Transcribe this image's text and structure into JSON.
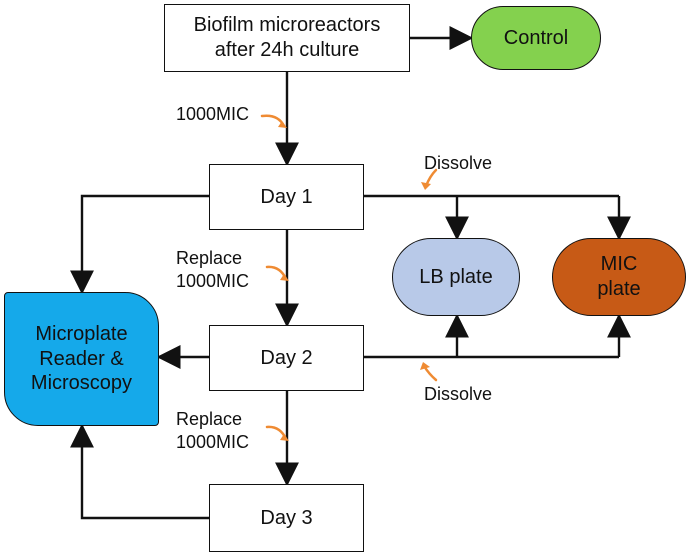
{
  "colors": {
    "control_fill": "#84d14e",
    "lb_plate_fill": "#b8c9e8",
    "mic_plate_fill": "#c75a16",
    "reader_fill": "#15a9ea",
    "annotation_arrow": "#ef8b33",
    "line": "#111111"
  },
  "nodes": {
    "start": "Biofilm microreactors\nafter 24h culture",
    "control": "Control",
    "day1": "Day 1",
    "day2": "Day 2",
    "day3": "Day 3",
    "lb_plate": "LB plate",
    "mic_plate": "MIC\nplate",
    "reader": "Microplate\nReader &\nMicroscopy"
  },
  "labels": {
    "top_treatment": "1000MIC",
    "replace_1": "Replace\n1000MIC",
    "replace_2": "Replace\n1000MIC",
    "dissolve_top": "Dissolve",
    "dissolve_bottom": "Dissolve"
  },
  "icons": {
    "annotation_arrow": "curved-arrow-icon"
  }
}
